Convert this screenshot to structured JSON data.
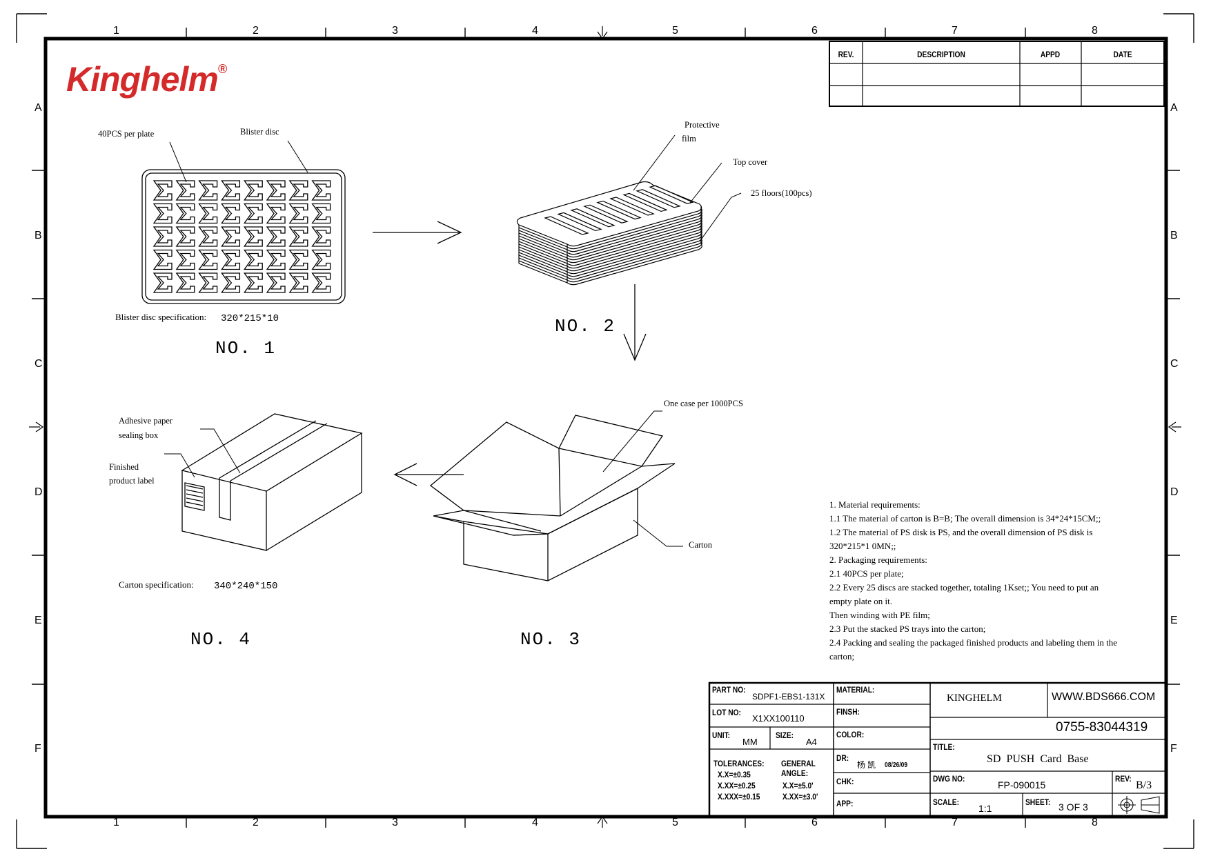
{
  "logo": {
    "text": "Kinghelm",
    "registered": "®",
    "color": "#d42a2a"
  },
  "border": {
    "columns": [
      "1",
      "2",
      "3",
      "4",
      "5",
      "6",
      "7",
      "8"
    ],
    "rows": [
      "A",
      "B",
      "C",
      "D",
      "E",
      "F"
    ]
  },
  "revision_table": {
    "headers": [
      "REV.",
      "DESCRIPTION",
      "APPD",
      "DATE"
    ]
  },
  "no1": {
    "label": "NO. 1",
    "callout_pcs": "40PCS per plate",
    "callout_disc": "Blister disc",
    "spec_label": "Blister disc specification:",
    "spec_value": "320*215*10"
  },
  "no2": {
    "label": "NO. 2",
    "callout_film_1": "Protective",
    "callout_film_2": "film",
    "callout_top": "Top cover",
    "callout_floors": "25 floors(100pcs)"
  },
  "no3": {
    "label": "NO. 3",
    "callout_case": "One case per 1000PCS",
    "callout_carton": "Carton"
  },
  "no4": {
    "label": "NO. 4",
    "callout_adhesive_1": "Adhesive paper",
    "callout_adhesive_2": "sealing box",
    "callout_finished_1": "Finished",
    "callout_finished_2": "product label",
    "spec_label": "Carton specification:",
    "spec_value": "340*240*150"
  },
  "notes": [
    "1. Material requirements:",
    "1.1 The material of carton is B=B; The overall dimension is 34*24*15CM;;",
    "1.2 The material of PS disk is PS, and the overall dimension of PS disk is",
    "320*215*1 0MN;;",
    "2. Packaging requirements:",
    "2.1 40PCS per plate;",
    "2.2 Every 25 discs are stacked together, totaling 1Kset;; You need to put an",
    "empty plate on it.",
    "Then winding with PE film;",
    "2.3 Put the stacked PS trays into the carton;",
    "2.4 Packing and sealing the packaged finished products and labeling them in the",
    "carton;"
  ],
  "title_block": {
    "part_no_label": "PART NO:",
    "part_no": "SDPF1-EBS1-131X",
    "lot_no_label": "LOT NO:",
    "lot_no": "X1XX100110",
    "unit_label": "UNIT:",
    "unit": "MM",
    "size_label": "SIZE:",
    "size": "A4",
    "tolerances_label": "TOLERANCES:",
    "tol_x": "X.X=±0.35",
    "tol_xx": "X.XX=±0.25",
    "tol_xxx": "X.XXX=±0.15",
    "general_angle_1": "GENERAL",
    "general_angle_2": "ANGLE:",
    "ang_x": "X.X=±5.0'",
    "ang_xx": "X.XX=±3.0'",
    "material_label": "MATERIAL:",
    "finish_label": "FINSH:",
    "color_label": "COLOR:",
    "dr_label": "DR:",
    "dr_name": "杨 凯",
    "dr_date": "08/26/09",
    "chk_label": "CHK:",
    "app_label": "APP:",
    "company": "KINGHELM",
    "website": "WWW.BDS666.COM",
    "phone": "0755-83044319",
    "title_label": "TITLE:",
    "title": "SD PUSH Card Base",
    "dwg_no_label": "DWG NO:",
    "dwg_no": "FP-090015",
    "rev_label": "REV:",
    "rev": "B/3",
    "scale_label": "SCALE:",
    "scale": "1:1",
    "sheet_label": "SHEET:",
    "sheet": "3 OF 3"
  }
}
